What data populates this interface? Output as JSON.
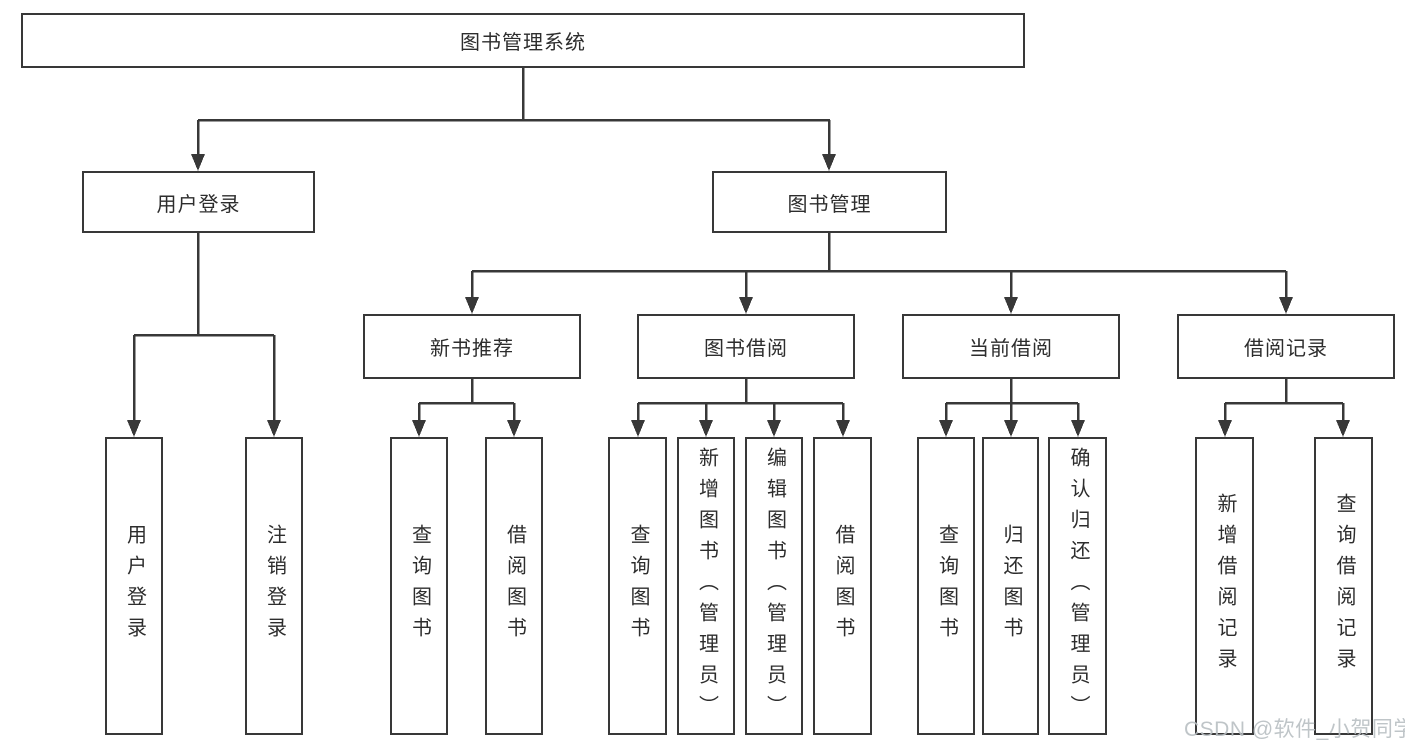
{
  "colors": {
    "line": "#383838",
    "text": "#2d2d2d",
    "watermark": "#b9bfc3",
    "background": "#ffffff"
  },
  "watermark": {
    "text": "CSDN @软件_小贺同学"
  },
  "tree": {
    "label": "图书管理系统",
    "children": [
      {
        "label": "用户登录",
        "children": [
          {
            "label": "用户登录"
          },
          {
            "label": "注销登录"
          }
        ]
      },
      {
        "label": "图书管理",
        "children": [
          {
            "label": "新书推荐",
            "children": [
              {
                "label": "查询图书"
              },
              {
                "label": "借阅图书"
              }
            ]
          },
          {
            "label": "图书借阅",
            "children": [
              {
                "label": "查询图书"
              },
              {
                "label": "新增图书（管理员）"
              },
              {
                "label": "编辑图书（管理员）"
              },
              {
                "label": "借阅图书"
              }
            ]
          },
          {
            "label": "当前借阅",
            "children": [
              {
                "label": "查询图书"
              },
              {
                "label": "归还图书"
              },
              {
                "label": "确认归还（管理员）"
              }
            ]
          },
          {
            "label": "借阅记录",
            "children": [
              {
                "label": "新增借阅记录"
              },
              {
                "label": "查询借阅记录"
              }
            ]
          }
        ]
      }
    ]
  }
}
